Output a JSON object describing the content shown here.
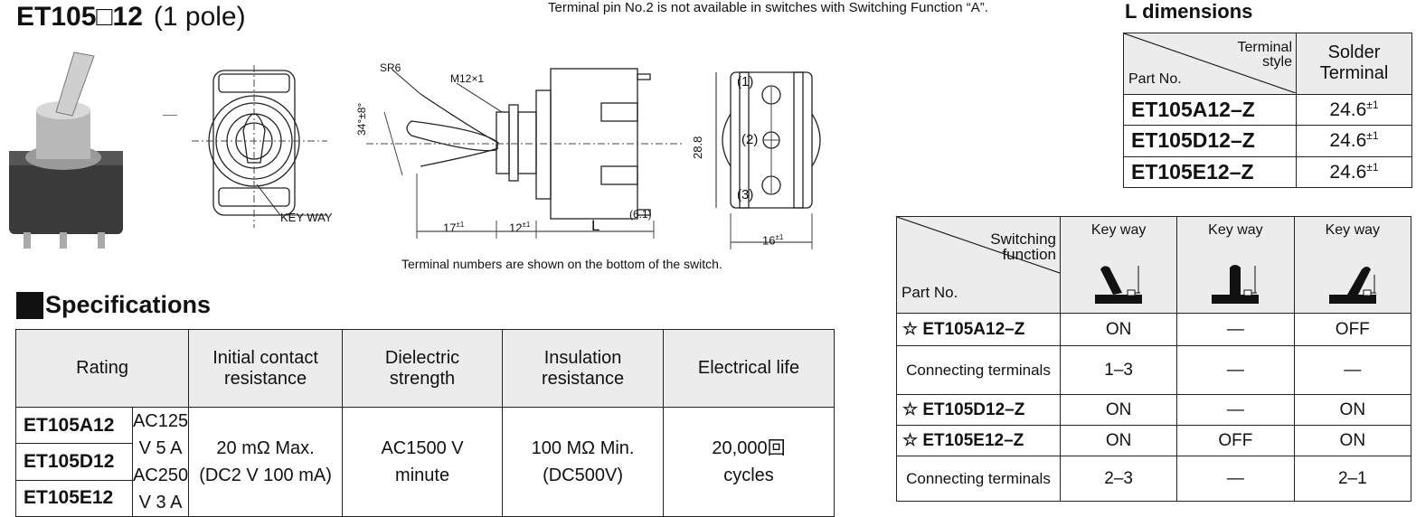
{
  "header": {
    "model": "ET105□12",
    "pole": "(1 pole)",
    "note": "Terminal pin No.2 is not available in switches with Switching Function “A”."
  },
  "drawing": {
    "keyway_label": "KEY WAY",
    "sr_label": "SR6",
    "thread_label": "M12×1",
    "angle_label": "34°±8°",
    "dims": {
      "d17": "17",
      "d12": "12",
      "L": "L",
      "d61": "(6.1)",
      "h288": "28.8",
      "w16": "16",
      "tol": "±1"
    },
    "terminals": [
      "(1)",
      "(2)",
      "(3)"
    ],
    "caption": "Terminal numbers are shown on the bottom of the switch."
  },
  "specifications": {
    "title": "Specifications",
    "headers": [
      "Rating",
      "Initial contact resistance",
      "Dielectric strength",
      "Insulation resistance",
      "Electrical life"
    ],
    "part_numbers": [
      "ET105A12",
      "ET105D12",
      "ET105E12"
    ],
    "rating": [
      "AC125 V 5 A",
      "AC250 V 3 A"
    ],
    "contact_resistance": [
      "20 mΩ Max.",
      "(DC2 V 100 mA)"
    ],
    "dielectric": [
      "AC1500 V",
      "minute"
    ],
    "insulation": [
      "100 MΩ Min.",
      "(DC500V)"
    ],
    "life": [
      "20,000回",
      "cycles"
    ]
  },
  "l_dimensions": {
    "title": "L dimensions",
    "header_terminal": [
      "Terminal",
      "style"
    ],
    "header_part": "Part No.",
    "header_solder": "Solder Terminal",
    "rows": [
      {
        "part": "ET105A12–Z",
        "value": "24.6",
        "tol": "±1"
      },
      {
        "part": "ET105D12–Z",
        "value": "24.6",
        "tol": "±1"
      },
      {
        "part": "ET105E12–Z",
        "value": "24.6",
        "tol": "±1"
      }
    ]
  },
  "switching": {
    "header_function": [
      "Switching",
      "function"
    ],
    "header_part": "Part No.",
    "keyway": "Key way",
    "rows": [
      {
        "star": "☆",
        "part": "ET105A12–Z",
        "c1": "ON",
        "c2": "—",
        "c3": "OFF"
      },
      {
        "star": "",
        "part": "Connecting terminals",
        "c1": "1–3",
        "c2": "—",
        "c3": "—"
      },
      {
        "star": "☆",
        "part": "ET105D12–Z",
        "c1": "ON",
        "c2": "—",
        "c3": "ON"
      },
      {
        "star": "☆",
        "part": "ET105E12–Z",
        "c1": "ON",
        "c2": "OFF",
        "c3": "ON"
      },
      {
        "star": "",
        "part": "Connecting terminals",
        "c1": "2–3",
        "c2": "—",
        "c3": "2–1"
      }
    ]
  }
}
